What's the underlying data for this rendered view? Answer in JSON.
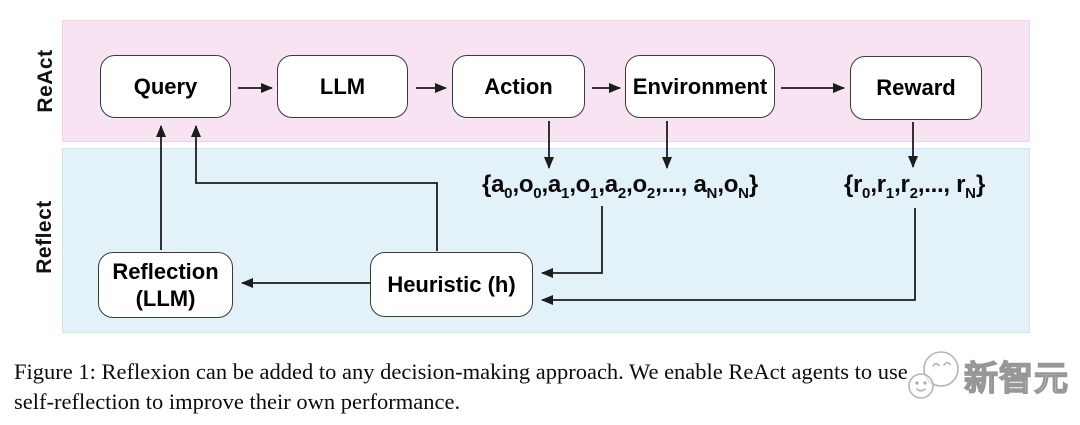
{
  "diagram": {
    "bands": [
      {
        "id": "react",
        "label": "ReAct"
      },
      {
        "id": "reflect",
        "label": "Reflect"
      }
    ],
    "boxes": {
      "query": {
        "label": "Query"
      },
      "llm": {
        "label": "LLM"
      },
      "action": {
        "label": "Action"
      },
      "environment": {
        "label": "Environment"
      },
      "reward": {
        "label": "Reward"
      },
      "heuristic": {
        "label": "Heuristic (h)"
      },
      "reflection": {
        "line1": "Reflection",
        "line2": "(LLM)"
      }
    },
    "trajectories": {
      "actions_observations": {
        "tokens": [
          {
            "text": "{a"
          },
          {
            "text": "0",
            "sub": true
          },
          {
            "text": ",o"
          },
          {
            "text": "0",
            "sub": true
          },
          {
            "text": ",a"
          },
          {
            "text": "1",
            "sub": true
          },
          {
            "text": ",o"
          },
          {
            "text": "1",
            "sub": true
          },
          {
            "text": ",a"
          },
          {
            "text": "2",
            "sub": true
          },
          {
            "text": ",o"
          },
          {
            "text": "2",
            "sub": true
          },
          {
            "text": ",..., a"
          },
          {
            "text": "N",
            "sub": true
          },
          {
            "text": ",o"
          },
          {
            "text": "N",
            "sub": true
          },
          {
            "text": "}"
          }
        ]
      },
      "rewards": {
        "tokens": [
          {
            "text": "{r"
          },
          {
            "text": "0",
            "sub": true
          },
          {
            "text": ",r"
          },
          {
            "text": "1",
            "sub": true
          },
          {
            "text": ",r"
          },
          {
            "text": "2",
            "sub": true
          },
          {
            "text": ",..., r"
          },
          {
            "text": "N",
            "sub": true
          },
          {
            "text": "}"
          }
        ]
      }
    },
    "colors": {
      "react_band": "#f8e3f2",
      "reflect_band": "#e3f1f8",
      "node_fill": "#ffffff",
      "node_border": "#3a3a3a",
      "arrow": "#1c1c1c"
    }
  },
  "caption": {
    "lines": [
      "Figure 1: Reflexion can be added to any decision-making approach. We enable ReAct agents to use",
      "self-reflection to improve their own performance."
    ]
  },
  "watermark": {
    "text": "新智元",
    "icon": "chat-bubbles-logo-icon"
  }
}
